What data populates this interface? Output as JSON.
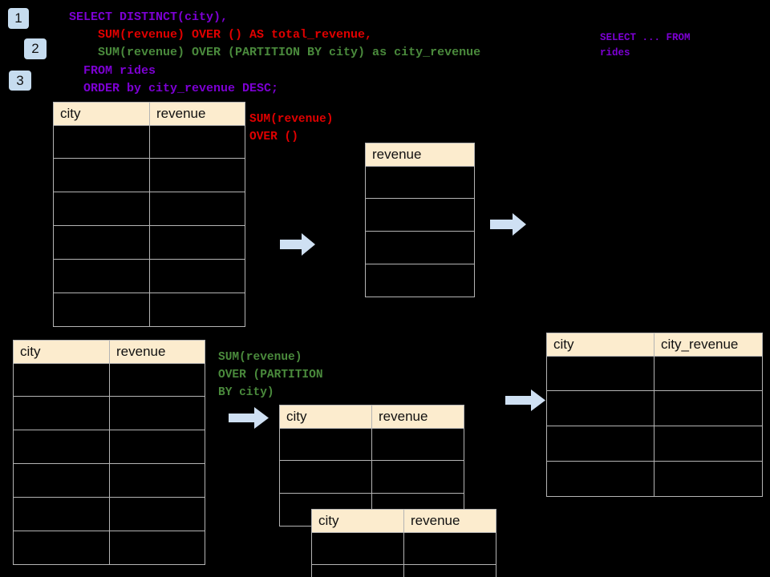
{
  "diagram": {
    "title": "SQL window function execution diagram",
    "background_color": "#000000",
    "accent_color": "#c6dcef",
    "header_color": "#fcecce"
  },
  "steps": [
    {
      "label": "1"
    },
    {
      "label": "2"
    },
    {
      "label": "3"
    }
  ],
  "sql": {
    "lines": [
      {
        "text": "SELECT DISTINCT(city),",
        "color": "#7d00d4"
      },
      {
        "text": "    SUM(revenue) OVER () AS total_revenue,",
        "color": "#e00000"
      },
      {
        "text": "    SUM(revenue) OVER (PARTITION BY city) as city_revenue",
        "color": "#4a8a3c"
      },
      {
        "text": "  FROM rides",
        "color": "#7d00d4"
      },
      {
        "text": "  ORDER by city_revenue DESC;",
        "color": "#7d00d4"
      }
    ]
  },
  "right_note": {
    "text": "SELECT ... FROM\nrides",
    "color": "#7d00d4"
  },
  "annotations": [
    {
      "name": "total-revenue-annotation",
      "text": "SUM(revenue)\nOVER ()",
      "color": "#e00000"
    },
    {
      "name": "city-revenue-annotation",
      "text": "SUM(revenue)\nOVER (PARTITION\nBY city)",
      "color": "#4a8a3c"
    }
  ],
  "tables": {
    "rides_top": {
      "name": "rides-source-table",
      "headers": [
        "city",
        "revenue"
      ],
      "body_row_count": 6,
      "rows": [
        [
          "",
          ""
        ],
        [
          "",
          ""
        ],
        [
          "",
          ""
        ],
        [
          "",
          ""
        ],
        [
          "",
          ""
        ],
        [
          "",
          ""
        ]
      ]
    },
    "total_revenue": {
      "name": "total-revenue-table",
      "headers": [
        "revenue"
      ],
      "body_row_count": 4,
      "rows": [
        [
          ""
        ],
        [
          ""
        ],
        [
          ""
        ],
        [
          ""
        ]
      ]
    },
    "rides_bottom": {
      "name": "rides-source-table-2",
      "headers": [
        "city",
        "revenue"
      ],
      "body_row_count": 6,
      "rows": [
        [
          "",
          ""
        ],
        [
          "",
          ""
        ],
        [
          "",
          ""
        ],
        [
          "",
          ""
        ],
        [
          "",
          ""
        ],
        [
          "",
          ""
        ]
      ]
    },
    "partition_a": {
      "name": "partition-group-table-a",
      "headers": [
        "city",
        "revenue"
      ],
      "body_row_count": 3,
      "rows": [
        [
          "",
          ""
        ],
        [
          "",
          ""
        ],
        [
          "",
          ""
        ]
      ]
    },
    "partition_b": {
      "name": "partition-group-table-b",
      "headers": [
        "city",
        "revenue"
      ],
      "body_row_count": 2,
      "rows": [
        [
          "",
          ""
        ],
        [
          "",
          ""
        ]
      ]
    },
    "result": {
      "name": "result-table",
      "headers": [
        "city",
        "city_revenue"
      ],
      "body_row_count": 4,
      "rows": [
        [
          "",
          ""
        ],
        [
          "",
          ""
        ],
        [
          "",
          ""
        ],
        [
          "",
          ""
        ]
      ]
    }
  },
  "arrows": [
    {
      "name": "arrow-rides-to-total-revenue"
    },
    {
      "name": "arrow-total-revenue-to-result"
    },
    {
      "name": "arrow-rides-to-partition"
    },
    {
      "name": "arrow-partition-to-result"
    }
  ]
}
